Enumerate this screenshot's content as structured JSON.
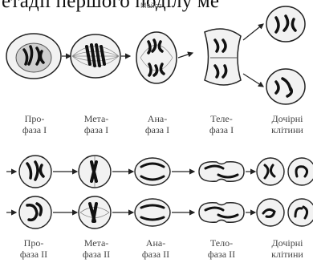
{
  "top_text": "етадії першого поділу ме",
  "title": "Мейоз",
  "row1_labels": [
    {
      "l1": "Про-",
      "l2": "фаза I"
    },
    {
      "l1": "Мета-",
      "l2": "фаза I"
    },
    {
      "l1": "Ана-",
      "l2": "фаза I"
    },
    {
      "l1": "Теле-",
      "l2": "фаза I"
    },
    {
      "l1": "Дочірні",
      "l2": "клітини"
    }
  ],
  "row2_labels": [
    {
      "l1": "Про-",
      "l2": "фаза II"
    },
    {
      "l1": "Мета-",
      "l2": "фаза II"
    },
    {
      "l1": "Ана-",
      "l2": "фаза II"
    },
    {
      "l1": "Тело-",
      "l2": "фаза II"
    },
    {
      "l1": "Дочірні",
      "l2": "клітини"
    }
  ]
}
